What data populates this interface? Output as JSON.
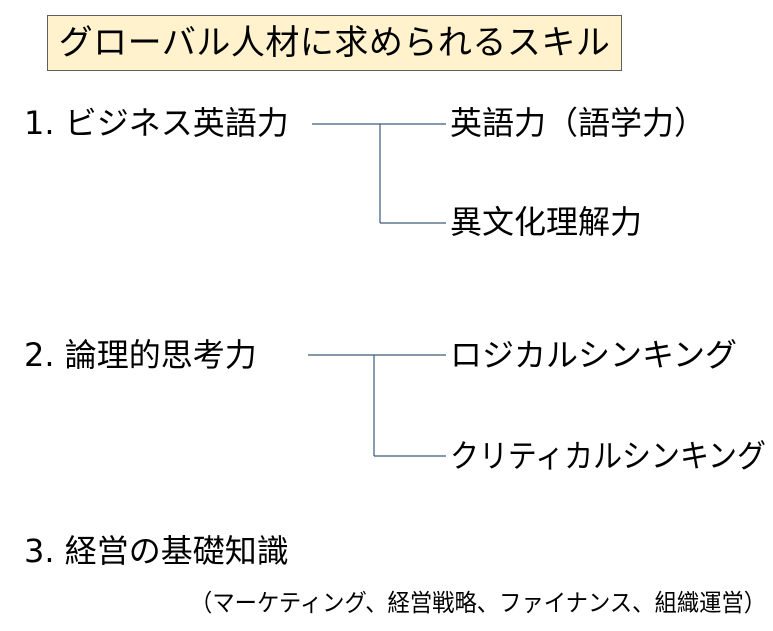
{
  "title": "グローバル人材に求められるスキル",
  "skills": [
    {
      "label": "1. ビジネス英語力",
      "branches": [
        "英語力（語学力）",
        "異文化理解力"
      ]
    },
    {
      "label": "2. 論理的思考力",
      "branches": [
        "ロジカルシンキング",
        "クリティカルシンキング"
      ]
    },
    {
      "label": "3. 経営の基礎知識",
      "detail": "（マーケティング、経営戦略、ファイナンス、組織運営）"
    }
  ],
  "colors": {
    "title_background": "#fff2cc",
    "title_border": "#5f5f5f",
    "connector": "#3d5a7a"
  }
}
